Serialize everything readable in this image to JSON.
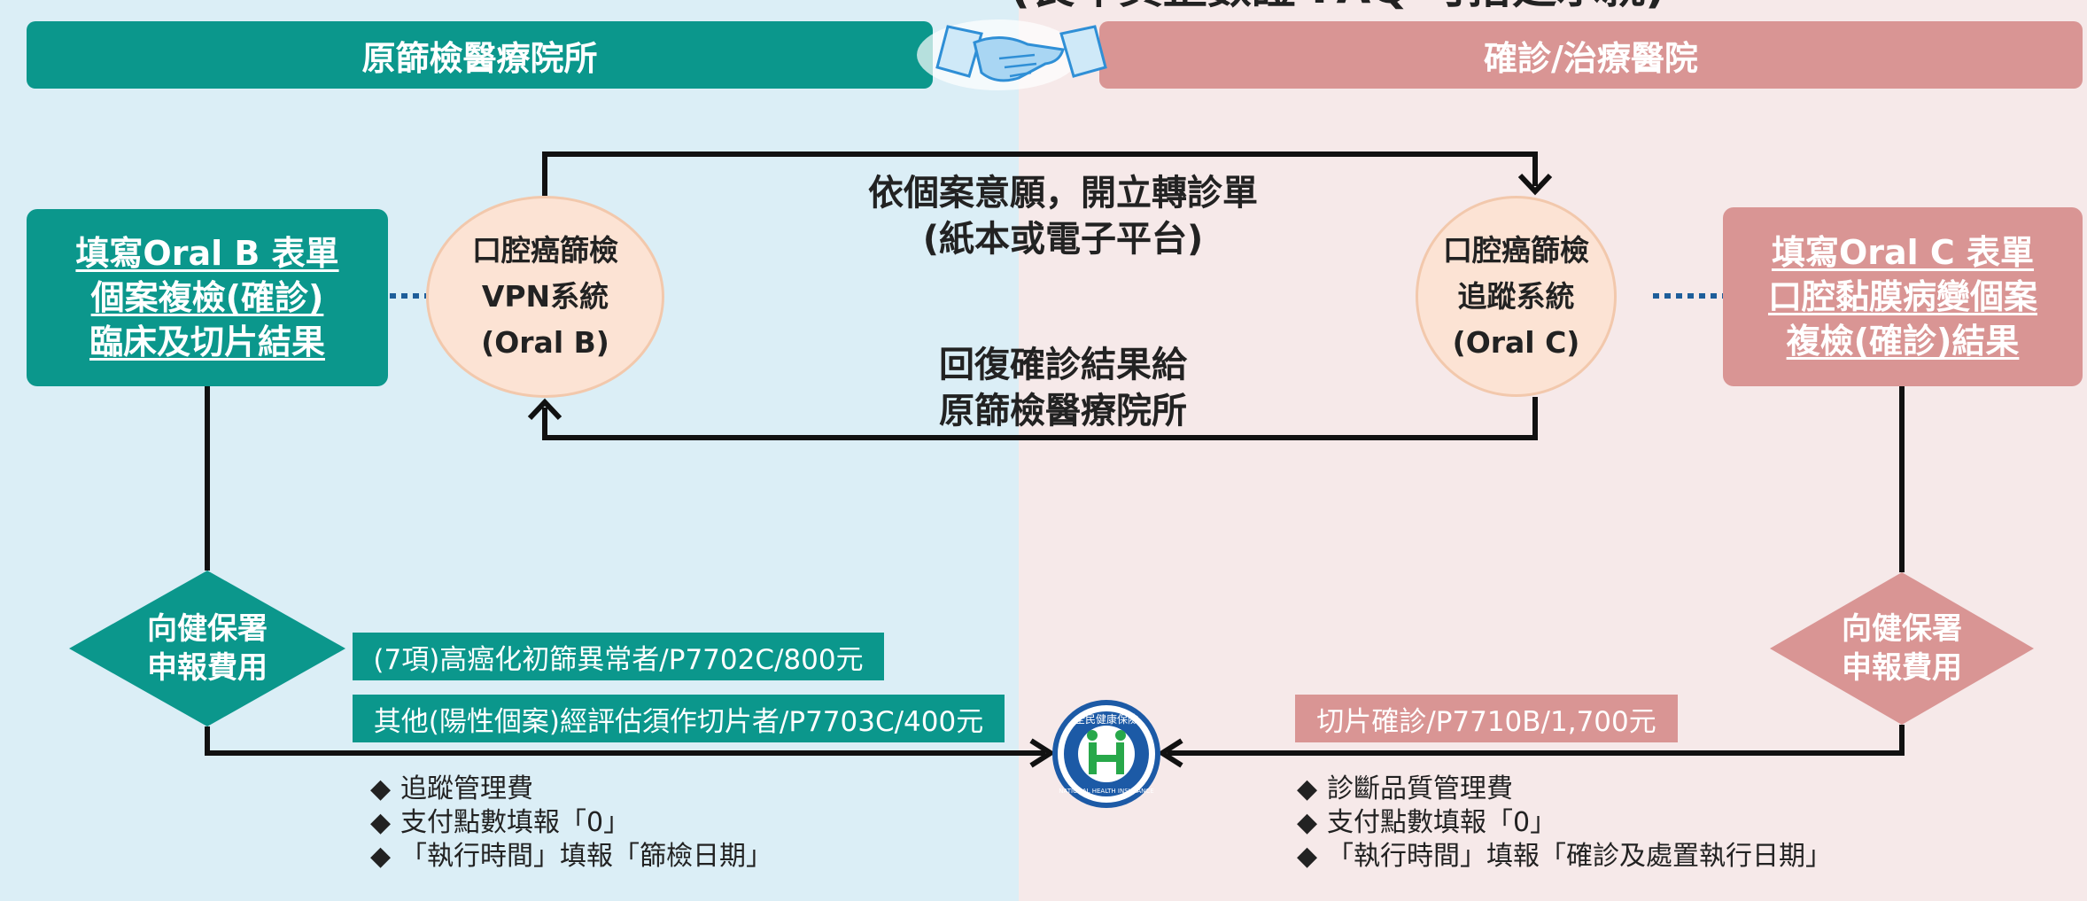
{
  "top_title_partial": "(長年資整數證 FAQ 可搭延承就)",
  "headers": {
    "left": "原篩檢醫療院所",
    "right": "確診/治療醫院"
  },
  "form_left": {
    "title": "填寫Oral B 表單",
    "line1": "個案複檢(確診)",
    "line2": "臨床及切片結果"
  },
  "form_right": {
    "title": "填寫Oral C 表單",
    "line1": "口腔黏膜病變個案",
    "line2": "複檢(確診)結果"
  },
  "oval_left": {
    "line1": "口腔癌篩檢",
    "line2": "VPN系統",
    "line3": "(Oral B)"
  },
  "oval_right": {
    "line1": "口腔癌篩檢",
    "line2": "追蹤系統",
    "line3": "(Oral C)"
  },
  "arrow_labels": {
    "top_line1": "依個案意願，開立轉診單",
    "top_line2": "(紙本或電子平台)",
    "bottom_line1": "回復確診結果給",
    "bottom_line2": "原篩檢醫療院所"
  },
  "diamond_left": {
    "line1": "向健保署",
    "line2": "申報費用"
  },
  "diamond_right": {
    "line1": "向健保署",
    "line2": "申報費用"
  },
  "fee_tags": {
    "left_1": "(7項)高癌化初篩異常者/P7702C/800元",
    "left_2": "其他(陽性個案)經評估須作切片者/P7703C/400元",
    "right_1": "切片確診/P7710B/1,700元"
  },
  "notes_left": [
    "追蹤管理費",
    "支付點數填報「0」",
    "「執行時間」填報「篩檢日期」"
  ],
  "notes_right": [
    "診斷品質管理費",
    "支付點數填報「0」",
    "「執行時間」填報「確診及處置執行日期」"
  ],
  "bullet_symbol": "◆",
  "logo": {
    "top_text": "全民健康保險",
    "bottom_text": "NATIONAL HEALTH INSURANCE"
  },
  "colors": {
    "teal": "#0b978c",
    "pink": "#d99594",
    "bg_left": "#dbeef6",
    "bg_right": "#f6e9e9",
    "oval_fill": "#fce3d4",
    "logo_blue": "#1c5aa6",
    "logo_green": "#28a84a"
  },
  "icons": [
    "handshake-icon",
    "nhi-logo"
  ]
}
